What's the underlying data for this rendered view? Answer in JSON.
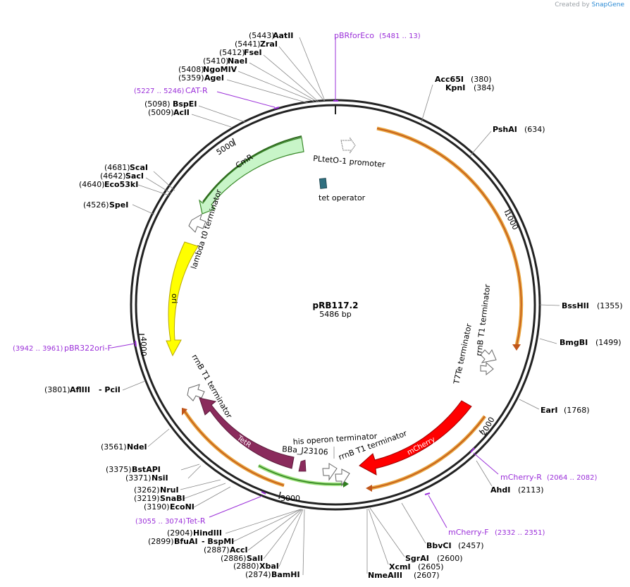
{
  "credit": {
    "created_by": "Created by",
    "brand": "SnapGene"
  },
  "plasmid": {
    "name": "pRB117.2",
    "size_label": "5486 bp",
    "total_bp": 5486
  },
  "colors": {
    "primer": "#9b30d9",
    "cmr": "#c8f5c8",
    "ori": "#ffff00",
    "tetR": "#8a2b5c",
    "mcherry": "#ff0000",
    "orange": "#e8a33c",
    "tetop": "#2f6f7f"
  },
  "ticks": [
    {
      "bp": 1000,
      "label": "1000"
    },
    {
      "bp": 2000,
      "label": "2000"
    },
    {
      "bp": 3000,
      "label": "3000"
    },
    {
      "bp": 4000,
      "label": "4000"
    },
    {
      "bp": 5000,
      "label": "5000"
    }
  ],
  "sites": {
    "aatII": {
      "name": "AatII",
      "pos": "(5443)"
    },
    "zraI": {
      "name": "ZraI",
      "pos": "(5441)"
    },
    "fseI": {
      "name": "FseI",
      "pos": "(5412)"
    },
    "naeI": {
      "name": "NaeI",
      "pos": "(5410)"
    },
    "ngoMIV": {
      "name": "NgoMIV",
      "pos": "(5408)"
    },
    "ageI": {
      "name": "AgeI",
      "pos": "(5359)"
    },
    "bspEI": {
      "name": "BspEI",
      "pos": "(5098)"
    },
    "aclI": {
      "name": "AclI",
      "pos": "(5009)"
    },
    "scaI": {
      "name": "ScaI",
      "pos": "(4681)"
    },
    "sacI": {
      "name": "SacI",
      "pos": "(4642)"
    },
    "eco53kI": {
      "name": "Eco53kI",
      "pos": "(4640)"
    },
    "speI": {
      "name": "SpeI",
      "pos": "(4526)"
    },
    "aflIII": {
      "name": "AflIII",
      "name2": "- PciI",
      "pos": "(3801)"
    },
    "ndeI": {
      "name": "NdeI",
      "pos": "(3561)"
    },
    "bstAPI": {
      "name": "BstAPI",
      "pos": "(3375)"
    },
    "nsiI": {
      "name": "NsiI",
      "pos": "(3371)"
    },
    "nruI": {
      "name": "NruI",
      "pos": "(3262)"
    },
    "snaBI": {
      "name": "SnaBI",
      "pos": "(3219)"
    },
    "ecoNI": {
      "name": "EcoNI",
      "pos": "(3190)"
    },
    "hindIII": {
      "name": "HindIII",
      "pos": "(2904)"
    },
    "bfuAI": {
      "name": "BfuAI",
      "name2": "- BspMI",
      "pos": "(2899)"
    },
    "accI": {
      "name": "AccI",
      "pos": "(2887)"
    },
    "salI": {
      "name": "SalI",
      "pos": "(2886)"
    },
    "xbaI": {
      "name": "XbaI",
      "pos": "(2880)"
    },
    "bamHI": {
      "name": "BamHI",
      "pos": "(2874)"
    },
    "nmeAIII": {
      "name": "NmeAIII",
      "pos": "(2607)"
    },
    "xcmI": {
      "name": "XcmI",
      "pos": "(2605)"
    },
    "sgrAI": {
      "name": "SgrAI",
      "pos": "(2600)"
    },
    "bbvCI": {
      "name": "BbvCI",
      "pos": "(2457)"
    },
    "ahdI": {
      "name": "AhdI",
      "pos": "(2113)"
    },
    "earI": {
      "name": "EarI",
      "pos": "(1768)"
    },
    "bmgBI": {
      "name": "BmgBI",
      "pos": "(1499)"
    },
    "bssHII": {
      "name": "BssHII",
      "pos": "(1355)"
    },
    "pshAI": {
      "name": "PshAI",
      "pos": "(634)"
    },
    "acc65I": {
      "name": "Acc65I",
      "pos": "(380)"
    },
    "kpnI": {
      "name": "KpnI",
      "pos": "(384)"
    }
  },
  "primers": {
    "pbrforeco": {
      "name": "pBRforEco",
      "range": "(5481 .. 13)"
    },
    "catr": {
      "name": "CAT-R",
      "range": "(5227 .. 5246)"
    },
    "pbr322orif": {
      "name": "pBR322ori-F",
      "range": "(3942 .. 3961)"
    },
    "tetr": {
      "name": "Tet-R",
      "range": "(3055 .. 3074)"
    },
    "mcherryr": {
      "name": "mCherry-R",
      "range": "(2064 .. 2082)"
    },
    "mcherryf": {
      "name": "mCherry-F",
      "range": "(2332 .. 2351)"
    }
  },
  "features": {
    "promoter": "PLtetO-1 promoter",
    "tet_operator": "tet operator",
    "cmr": "CmR",
    "lambda_t0": "lambda t0 terminator",
    "ori": "ori",
    "rrnb_t1_left": "rrnB T1 terminator",
    "tetr": "TetR",
    "his_operon": "his operon terminator",
    "bba": "BBa_J23106",
    "rrnb_t1_bottom": "rrnB T1 terminator",
    "mcherry": "mCherry",
    "t7te": "T7Te terminator",
    "rrnb_t1_right": "rrnB T1 terminator"
  }
}
